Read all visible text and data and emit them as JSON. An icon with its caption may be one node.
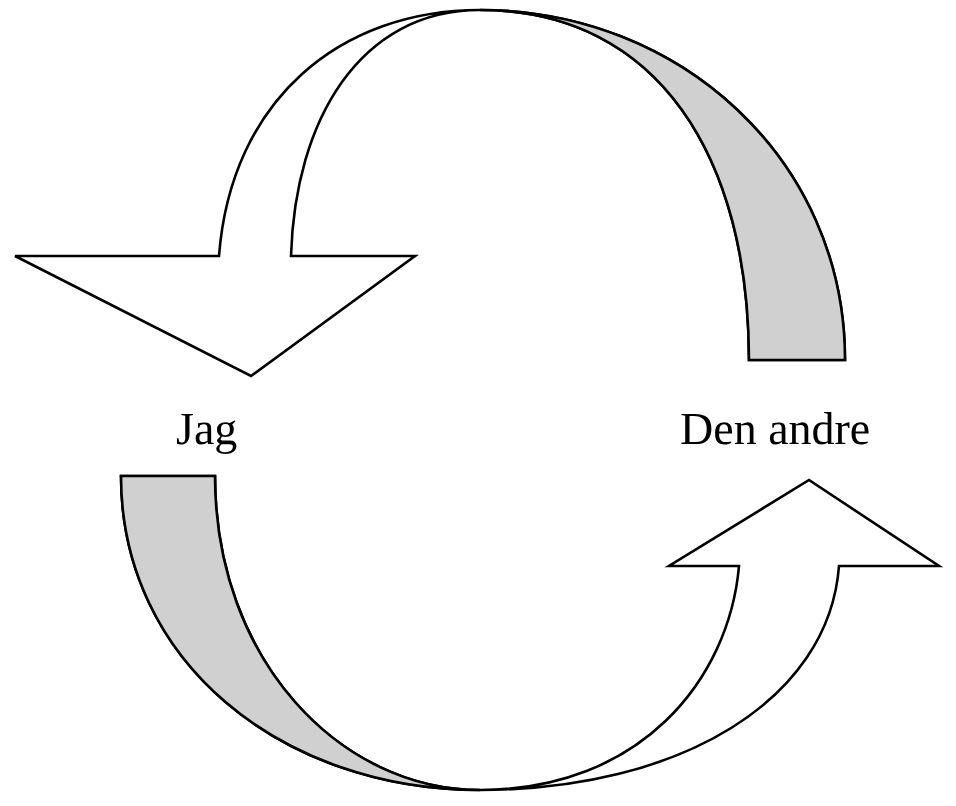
{
  "diagram": {
    "nodes": [
      {
        "text": [
          "Jag"
        ]
      },
      {
        "text": [
          "Den andre"
        ]
      }
    ],
    "edges": [
      {
        "from": 1,
        "to": 0,
        "arrow": "to"
      },
      {
        "from": 0,
        "to": 1,
        "arrow": "to"
      }
    ]
  }
}
